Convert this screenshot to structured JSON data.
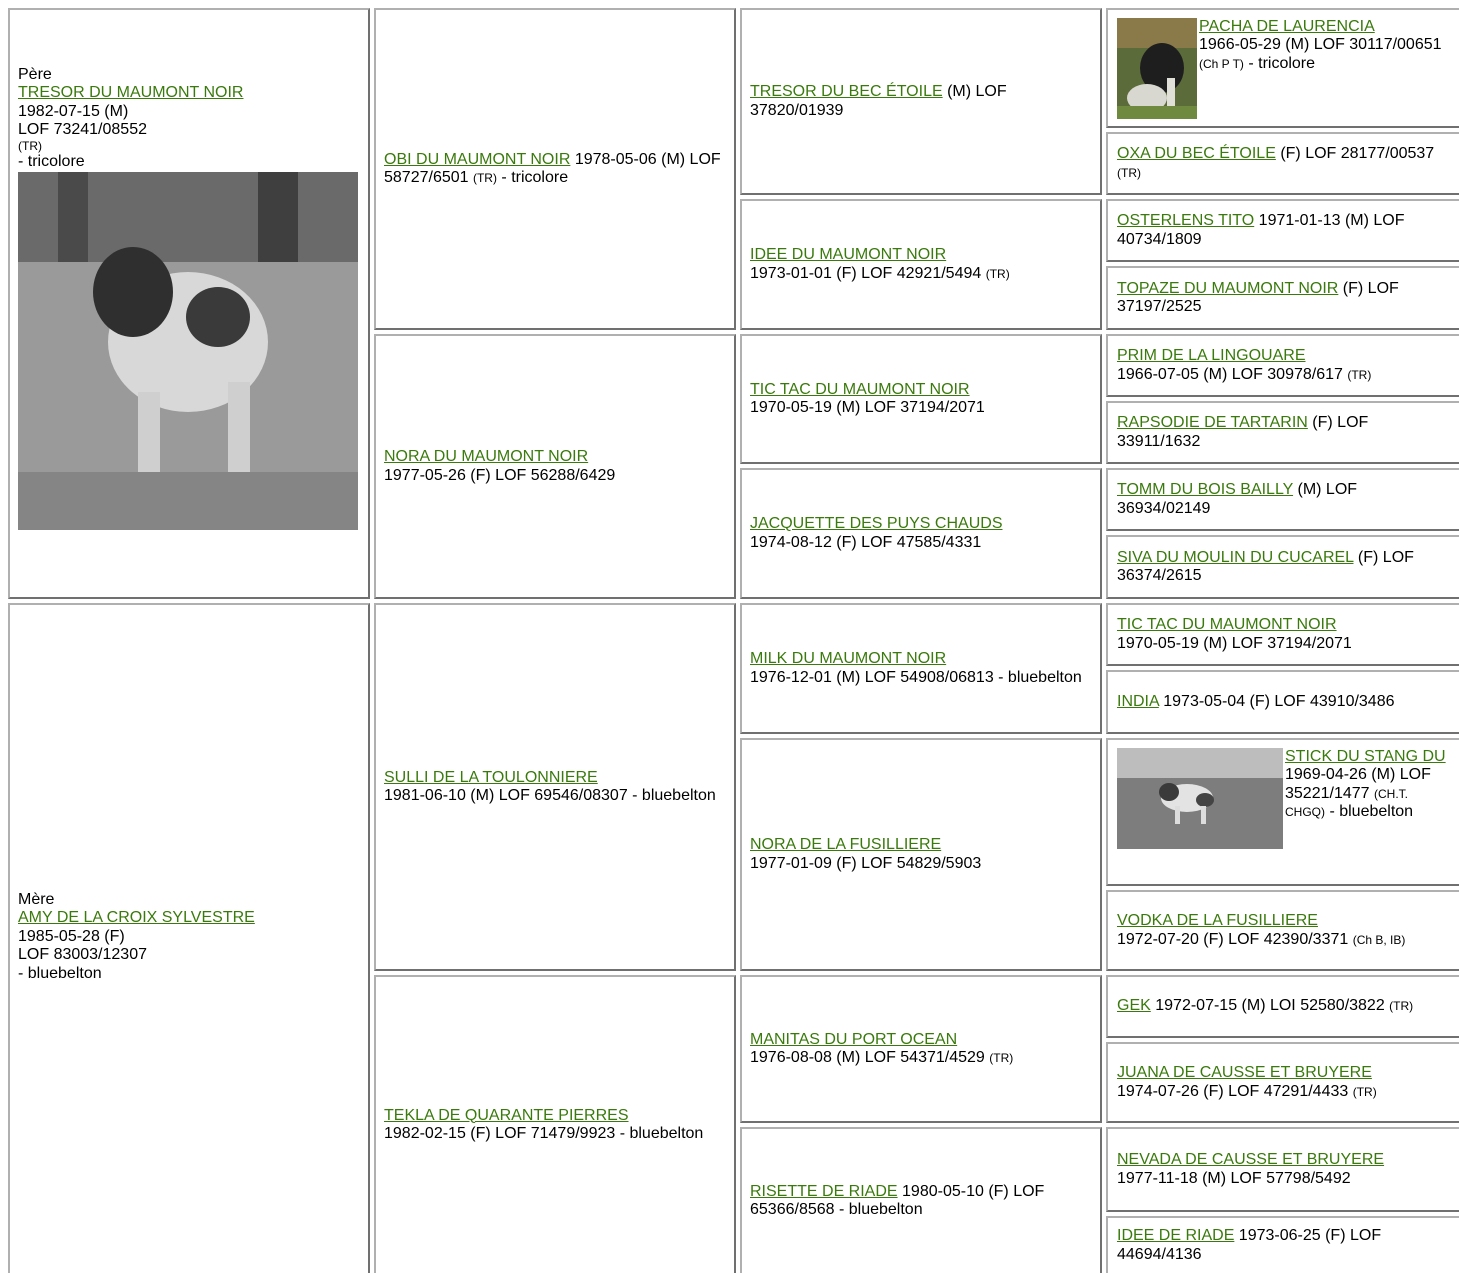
{
  "pere": {
    "role": "Père",
    "name": "TRESOR DU MAUMONT NOIR",
    "line1": "1982-07-15 (M)",
    "line2": "LOF 73241/08552",
    "title": "(TR)",
    "color": "- tricolore"
  },
  "mere": {
    "role": "Mère",
    "name": "AMY DE LA CROIX SYLVESTRE",
    "line1": "1985-05-28 (F)",
    "line2": "LOF 83003/12307",
    "color": "- bluebelton"
  },
  "gen2": [
    {
      "name": "OBI DU MAUMONT NOIR",
      "after": " 1978-05-06 (M) LOF 58727/6501 ",
      "title": "(TR)",
      "tail": " - tricolore"
    },
    {
      "name": "NORA DU MAUMONT NOIR",
      "after": "1977-05-26 (F) LOF 56288/6429",
      "title": "",
      "tail": ""
    },
    {
      "name": "SULLI DE LA TOULONNIERE",
      "after": "1981-06-10 (M) LOF 69546/08307 - bluebelton",
      "title": "",
      "tail": ""
    },
    {
      "name": "TEKLA DE QUARANTE PIERRES",
      "after": "1982-02-15 (F) LOF 71479/9923 - bluebelton",
      "title": "",
      "tail": ""
    }
  ],
  "gen3": [
    {
      "name": "TRESOR DU BEC ÉTOILE",
      "after": " (M) LOF 37820/01939",
      "title": ""
    },
    {
      "name": "IDEE DU MAUMONT NOIR",
      "after": "1973-01-01 (F) LOF 42921/5494 ",
      "title": "(TR)"
    },
    {
      "name": "TIC TAC DU MAUMONT NOIR",
      "after": "1970-05-19 (M) LOF 37194/2071",
      "title": ""
    },
    {
      "name": "JACQUETTE DES PUYS CHAUDS",
      "after": "1974-08-12 (F) LOF 47585/4331",
      "title": ""
    },
    {
      "name": "MILK DU MAUMONT NOIR",
      "after": "1976-12-01 (M) LOF 54908/06813 - bluebelton",
      "title": ""
    },
    {
      "name": "NORA DE LA FUSILLIERE",
      "after": "1977-01-09 (F) LOF 54829/5903",
      "title": ""
    },
    {
      "name": "MANITAS DU PORT OCEAN",
      "after": "1976-08-08 (M) LOF 54371/4529 ",
      "title": "(TR)"
    },
    {
      "name": "RISETTE DE RIADE",
      "after": " 1980-05-10 (F) LOF 65366/8568 - bluebelton",
      "title": ""
    }
  ],
  "gen4": [
    {
      "name": "PACHA DE LAURENCIA",
      "after": "1966-05-29 (M) LOF 30117/00651 ",
      "title": "(Ch P T)",
      "tail": " - tricolore"
    },
    {
      "name": "OXA DU BEC ÉTOILE",
      "after": " (F) LOF 28177/00537 ",
      "title": "(TR)",
      "tail": ""
    },
    {
      "name": "OSTERLENS TITO",
      "after": " 1971-01-13 (M) LOF 40734/1809",
      "title": "",
      "tail": ""
    },
    {
      "name": "TOPAZE DU MAUMONT NOIR",
      "after": " (F) LOF 37197/2525",
      "title": "",
      "tail": ""
    },
    {
      "name": "PRIM DE LA LINGOUARE",
      "after": "1966-07-05 (M) LOF 30978/617 ",
      "title": "(TR)",
      "tail": ""
    },
    {
      "name": "RAPSODIE DE TARTARIN",
      "after": " (F) LOF 33911/1632",
      "title": "",
      "tail": ""
    },
    {
      "name": "TOMM DU BOIS BAILLY",
      "after": " (M) LOF 36934/02149",
      "title": "",
      "tail": ""
    },
    {
      "name": "SIVA DU MOULIN DU CUCAREL",
      "after": " (F) LOF 36374/2615",
      "title": "",
      "tail": ""
    },
    {
      "name": "TIC TAC DU MAUMONT NOIR",
      "after": "1970-05-19 (M) LOF 37194/2071",
      "title": "",
      "tail": ""
    },
    {
      "name": "INDIA",
      "after": " 1973-05-04 (F) LOF 43910/3486",
      "title": "",
      "tail": ""
    },
    {
      "name": "STICK DU STANG DU",
      "after": " 1969-04-26 (M) LOF 35221/1477 ",
      "title": "(CH.T. CHGQ)",
      "tail": " - bluebelton"
    },
    {
      "name": "VODKA DE LA FUSILLIERE",
      "after": "1972-07-20 (F) LOF 42390/3371 ",
      "title": "(Ch B, IB)",
      "tail": ""
    },
    {
      "name": "GEK",
      "after": " 1972-07-15 (M) LOI 52580/3822 ",
      "title": "(TR)",
      "tail": ""
    },
    {
      "name": "JUANA DE CAUSSE ET BRUYERE",
      "after": "1974-07-26 (F) LOF 47291/4433 ",
      "title": "(TR)",
      "tail": ""
    },
    {
      "name": "NEVADA DE CAUSSE ET BRUYERE",
      "after": "1977-11-18 (M) LOF 57798/5492",
      "title": "",
      "tail": ""
    },
    {
      "name": "IDEE DE RIADE",
      "after": " 1973-06-25 (F) LOF 44694/4136",
      "title": "",
      "tail": ""
    }
  ]
}
